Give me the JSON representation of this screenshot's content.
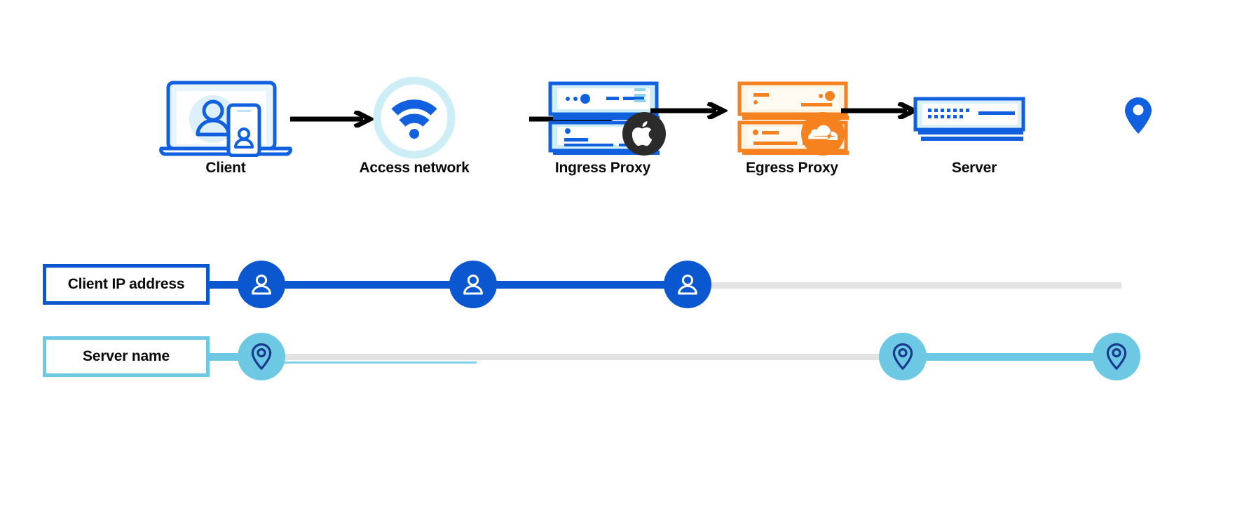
{
  "diagram": {
    "title": "Client to Server proxy path with identifier visibility tracks",
    "colors": {
      "blue": "#0B57D0",
      "brand_blue": "#1060E0",
      "deep_blue": "#1a3a8f",
      "light_blue": "#6CC8E3",
      "pale_blue": "#CDEEF7",
      "very_pale_blue": "#E8F5FC",
      "orange": "#F6821F",
      "pale_orange": "#FDF3E2",
      "gray_track": "#E2E2E2",
      "black": "#0a0a0a",
      "apple_black": "#2b2b2b",
      "white": "#ffffff"
    },
    "flow": {
      "nodes": [
        {
          "id": "client",
          "label": "Client",
          "icon": "laptop-phone-user-icon",
          "accent": "blue",
          "badge": "none"
        },
        {
          "id": "access-network",
          "label": "Access network",
          "icon": "wifi-circle-icon",
          "accent": "blue",
          "badge": "none"
        },
        {
          "id": "ingress-proxy",
          "label": "Ingress Proxy",
          "icon": "server-stack-icon",
          "accent": "blue",
          "badge": "apple-logo-badge"
        },
        {
          "id": "egress-proxy",
          "label": "Egress Proxy",
          "icon": "server-stack-icon",
          "accent": "orange",
          "badge": "cloudflare-logo-badge"
        },
        {
          "id": "server",
          "label": "Server",
          "icon": "server-unit-icon",
          "accent": "blue",
          "badge": "map-pin-badge"
        }
      ],
      "arrows": [
        {
          "id": "arrow-client-to-access",
          "from": "client",
          "to": "access-network"
        },
        {
          "id": "arrow-access-to-ingress",
          "from": "access-network",
          "to": "ingress-proxy"
        },
        {
          "id": "arrow-ingress-to-egress",
          "from": "ingress-proxy",
          "to": "egress-proxy"
        },
        {
          "id": "arrow-egress-to-server",
          "from": "egress-proxy",
          "to": "server"
        }
      ]
    },
    "tracks": [
      {
        "id": "client-ip-address",
        "label": "Client IP address",
        "icon": "person-icon",
        "active_color": "#0B57D0",
        "inactive_color": "#E2E2E2",
        "border_color": "#0B57D0",
        "nodes_visible_at": [
          "client",
          "access-network",
          "ingress-proxy"
        ],
        "nodes_hidden_at": [
          "egress-proxy",
          "server"
        ]
      },
      {
        "id": "server-name",
        "label": "Server name",
        "icon": "map-pin-icon",
        "active_color": "#6CC8E3",
        "inactive_color": "#E2E2E2",
        "border_color": "#6CC8E3",
        "nodes_visible_at": [
          "client",
          "egress-proxy",
          "server"
        ],
        "nodes_hidden_at": [
          "access-network",
          "ingress-proxy"
        ]
      }
    ]
  }
}
